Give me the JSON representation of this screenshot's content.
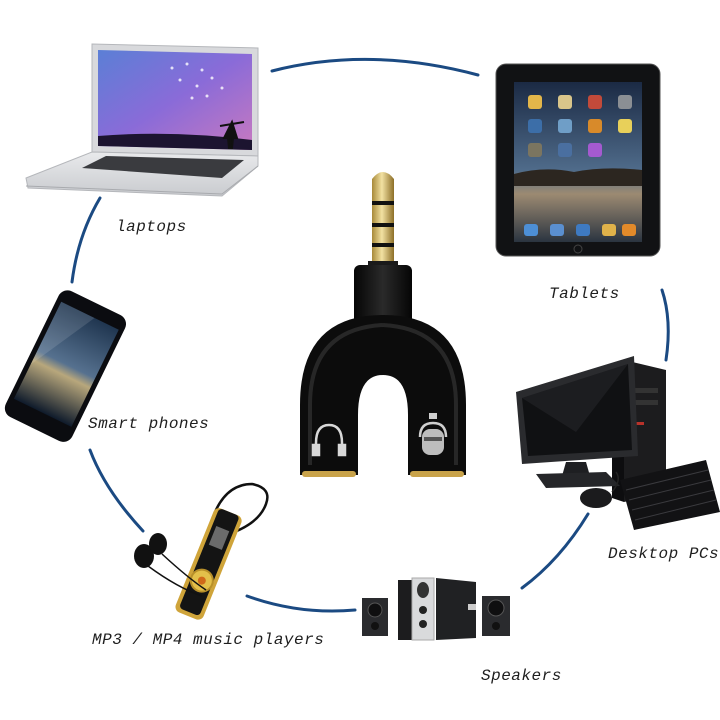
{
  "product": {
    "name": "3.5mm Y splitter audio adapter",
    "left_port_icon": "headphones-icon",
    "right_port_icon": "microphone-icon"
  },
  "ring": {
    "arc_color": "#1b4a82"
  },
  "devices": [
    {
      "id": "laptops",
      "label": "laptops",
      "icon": "laptop-icon"
    },
    {
      "id": "tablets",
      "label": "Tablets",
      "icon": "tablet-icon"
    },
    {
      "id": "smart_phones",
      "label": "Smart phones",
      "icon": "smartphone-icon"
    },
    {
      "id": "desktop_pcs",
      "label": "Desktop PCs",
      "icon": "desktop-pc-icon"
    },
    {
      "id": "mp3_players",
      "label": "MP3 / MP4 music players",
      "icon": "mp3-player-icon"
    },
    {
      "id": "speakers",
      "label": "Speakers",
      "icon": "speakers-icon"
    }
  ]
}
